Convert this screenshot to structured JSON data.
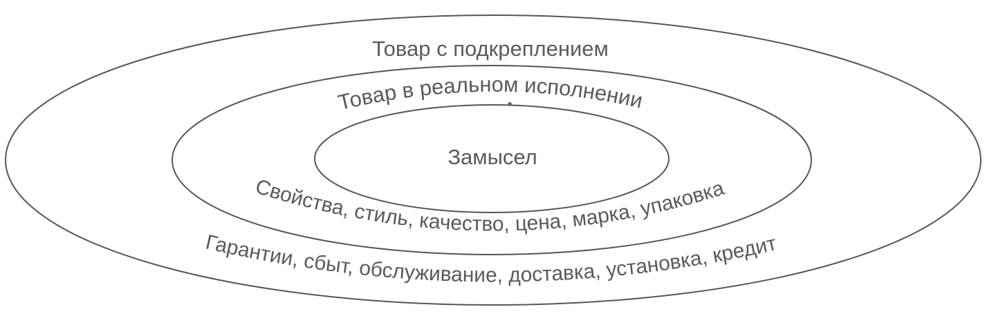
{
  "diagram": {
    "outer": {
      "title": "Товар с подкреплением",
      "items": "Гарантии, сбыт, обслуживание, доставка, установка, кредит"
    },
    "middle": {
      "title": "Товар в реальном исполнении",
      "items": "Свойства, стиль, качество, цена, марка, упаковка"
    },
    "inner": {
      "title": "Замысел"
    },
    "colors": {
      "line": "#555555",
      "text": "#5a5a5a"
    }
  }
}
